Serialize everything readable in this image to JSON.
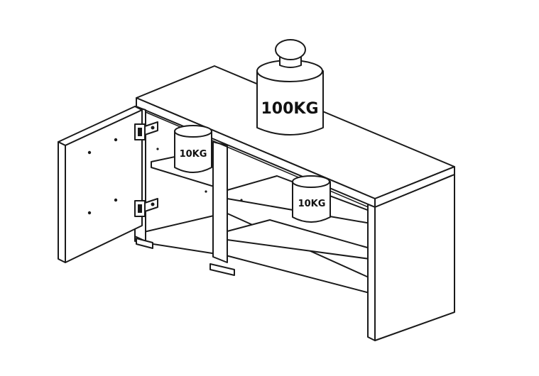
{
  "weights": {
    "top_label": "100KG",
    "left_shelf_label": "10KG",
    "right_shelf_label": "10KG"
  },
  "colors": {
    "stroke": "#1a1a1a",
    "fill": "#ffffff"
  }
}
